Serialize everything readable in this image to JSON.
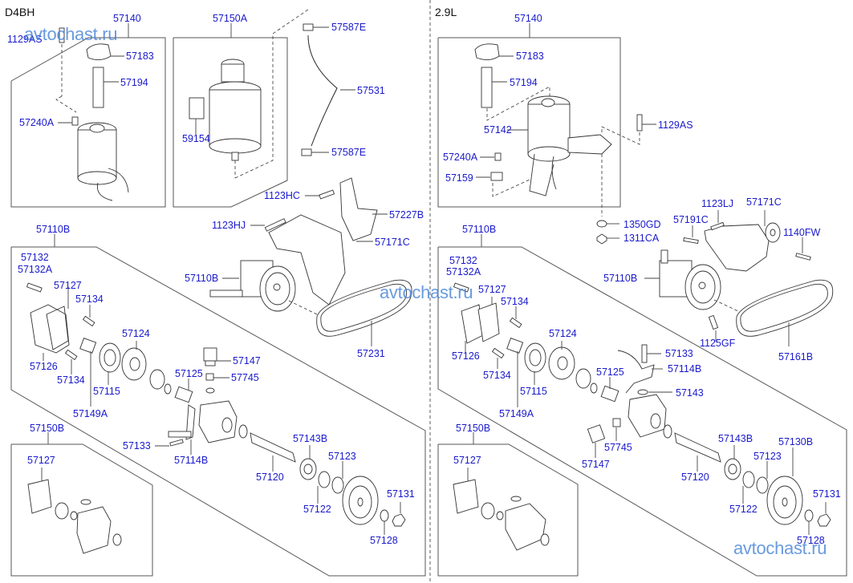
{
  "diagram": {
    "title": "Power Steering Oil Pump Parts Diagram",
    "label_color": "#1a1acc",
    "watermark_color": "#3f7fd6",
    "watermark": "avtochast.ru",
    "sections": [
      {
        "title": "D4BH",
        "labels": [
          {
            "id": "57140",
            "text": "57140"
          },
          {
            "id": "1129AS",
            "text": "1129AS"
          },
          {
            "id": "57183",
            "text": "57183"
          },
          {
            "id": "57194",
            "text": "57194"
          },
          {
            "id": "57240A",
            "text": "57240A"
          },
          {
            "id": "57150A",
            "text": "57150A"
          },
          {
            "id": "59154",
            "text": "59154"
          },
          {
            "id": "57587E_top",
            "text": "57587E"
          },
          {
            "id": "57531",
            "text": "57531"
          },
          {
            "id": "57587E_bot",
            "text": "57587E"
          },
          {
            "id": "1123HC",
            "text": "1123HC"
          },
          {
            "id": "57227B",
            "text": "57227B"
          },
          {
            "id": "1123HJ",
            "text": "1123HJ"
          },
          {
            "id": "57171C",
            "text": "57171C"
          },
          {
            "id": "57110B_box",
            "text": "57110B"
          },
          {
            "id": "57110B_pump",
            "text": "57110B"
          },
          {
            "id": "57231",
            "text": "57231"
          },
          {
            "id": "57132",
            "text": "57132"
          },
          {
            "id": "57132A",
            "text": "57132A"
          },
          {
            "id": "57127",
            "text": "57127"
          },
          {
            "id": "57134_a",
            "text": "57134"
          },
          {
            "id": "57124",
            "text": "57124"
          },
          {
            "id": "57126",
            "text": "57126"
          },
          {
            "id": "57134_b",
            "text": "57134"
          },
          {
            "id": "57115",
            "text": "57115"
          },
          {
            "id": "57149A",
            "text": "57149A"
          },
          {
            "id": "57147",
            "text": "57147"
          },
          {
            "id": "57125",
            "text": "57125"
          },
          {
            "id": "57745",
            "text": "57745"
          },
          {
            "id": "57133",
            "text": "57133"
          },
          {
            "id": "57114B",
            "text": "57114B"
          },
          {
            "id": "57143B",
            "text": "57143B"
          },
          {
            "id": "57123",
            "text": "57123"
          },
          {
            "id": "57120",
            "text": "57120"
          },
          {
            "id": "57131",
            "text": "57131"
          },
          {
            "id": "57122",
            "text": "57122"
          },
          {
            "id": "57128",
            "text": "57128"
          },
          {
            "id": "57150B",
            "text": "57150B"
          },
          {
            "id": "57127_kit",
            "text": "57127"
          }
        ]
      },
      {
        "title": "2.9L",
        "labels": [
          {
            "id": "57140",
            "text": "57140"
          },
          {
            "id": "57183",
            "text": "57183"
          },
          {
            "id": "57194",
            "text": "57194"
          },
          {
            "id": "57142",
            "text": "57142"
          },
          {
            "id": "1129AS",
            "text": "1129AS"
          },
          {
            "id": "57240A",
            "text": "57240A"
          },
          {
            "id": "57159",
            "text": "57159"
          },
          {
            "id": "1123LJ",
            "text": "1123LJ"
          },
          {
            "id": "57171C",
            "text": "57171C"
          },
          {
            "id": "57191C",
            "text": "57191C"
          },
          {
            "id": "1140FW",
            "text": "1140FW"
          },
          {
            "id": "1350GD",
            "text": "1350GD"
          },
          {
            "id": "1311CA",
            "text": "1311CA"
          },
          {
            "id": "57110B_box",
            "text": "57110B"
          },
          {
            "id": "57110B_pump",
            "text": "57110B"
          },
          {
            "id": "1125GF",
            "text": "1125GF"
          },
          {
            "id": "57161B",
            "text": "57161B"
          },
          {
            "id": "57132",
            "text": "57132"
          },
          {
            "id": "57132A",
            "text": "57132A"
          },
          {
            "id": "57127",
            "text": "57127"
          },
          {
            "id": "57134_a",
            "text": "57134"
          },
          {
            "id": "57124",
            "text": "57124"
          },
          {
            "id": "57126",
            "text": "57126"
          },
          {
            "id": "57134_b",
            "text": "57134"
          },
          {
            "id": "57115",
            "text": "57115"
          },
          {
            "id": "57149A",
            "text": "57149A"
          },
          {
            "id": "57133",
            "text": "57133"
          },
          {
            "id": "57114B",
            "text": "57114B"
          },
          {
            "id": "57125",
            "text": "57125"
          },
          {
            "id": "57143",
            "text": "57143"
          },
          {
            "id": "57745",
            "text": "57745"
          },
          {
            "id": "57147",
            "text": "57147"
          },
          {
            "id": "57143B",
            "text": "57143B"
          },
          {
            "id": "57130B",
            "text": "57130B"
          },
          {
            "id": "57123",
            "text": "57123"
          },
          {
            "id": "57120",
            "text": "57120"
          },
          {
            "id": "57131",
            "text": "57131"
          },
          {
            "id": "57122",
            "text": "57122"
          },
          {
            "id": "57128",
            "text": "57128"
          },
          {
            "id": "57150B",
            "text": "57150B"
          },
          {
            "id": "57127_kit",
            "text": "57127"
          }
        ]
      }
    ]
  }
}
